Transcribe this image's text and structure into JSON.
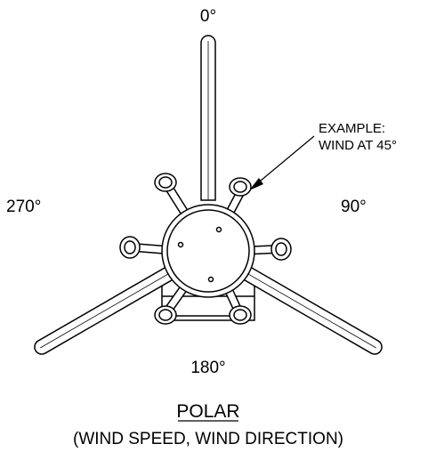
{
  "directions": {
    "north": "0°",
    "east": "90°",
    "south": "180°",
    "west": "270°"
  },
  "example": {
    "line1": "EXAMPLE:",
    "line2": "WIND AT 45°"
  },
  "caption": {
    "title": "POLAR",
    "subtitle": "(WIND SPEED, WIND DIRECTION)"
  }
}
